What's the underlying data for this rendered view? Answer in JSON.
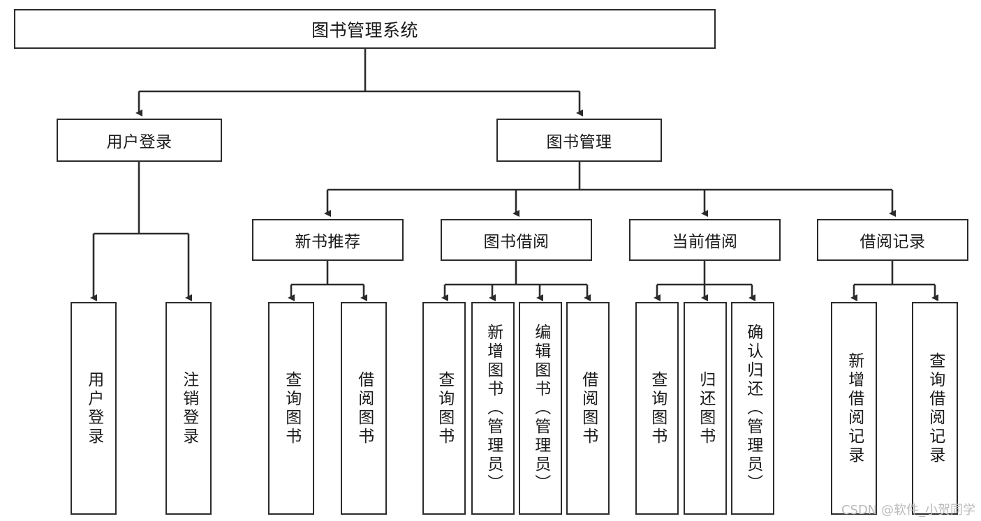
{
  "diagram": {
    "title": "图书管理系统",
    "type": "tree-hierarchy",
    "levels": 4,
    "root": {
      "label": "图书管理系统"
    },
    "level2": [
      {
        "label": "用户登录"
      },
      {
        "label": "图书管理"
      }
    ],
    "level3": [
      {
        "label": "新书推荐"
      },
      {
        "label": "图书借阅"
      },
      {
        "label": "当前借阅"
      },
      {
        "label": "借阅记录"
      }
    ],
    "leaves": {
      "user_login": [
        {
          "label": "用户登录"
        },
        {
          "label": "注销登录"
        }
      ],
      "new_book_recommend": [
        {
          "label": "查询图书"
        },
        {
          "label": "借阅图书"
        }
      ],
      "book_borrow": [
        {
          "label": "查询图书"
        },
        {
          "label": "新增图书（管理员）"
        },
        {
          "label": "编辑图书（管理员）"
        },
        {
          "label": "借阅图书"
        }
      ],
      "current_borrow": [
        {
          "label": "查询图书"
        },
        {
          "label": "归还图书"
        },
        {
          "label": "确认归还（管理员）"
        }
      ],
      "borrow_record": [
        {
          "label": "新增借阅记录"
        },
        {
          "label": "查询借阅记录"
        }
      ]
    }
  },
  "watermark": {
    "text": "CSDN @软件_小贺同学"
  },
  "colors": {
    "stroke": "#2b2b2b",
    "fill": "#ffffff",
    "text": "#1a1a1a",
    "watermark": "#b9b9b9"
  }
}
